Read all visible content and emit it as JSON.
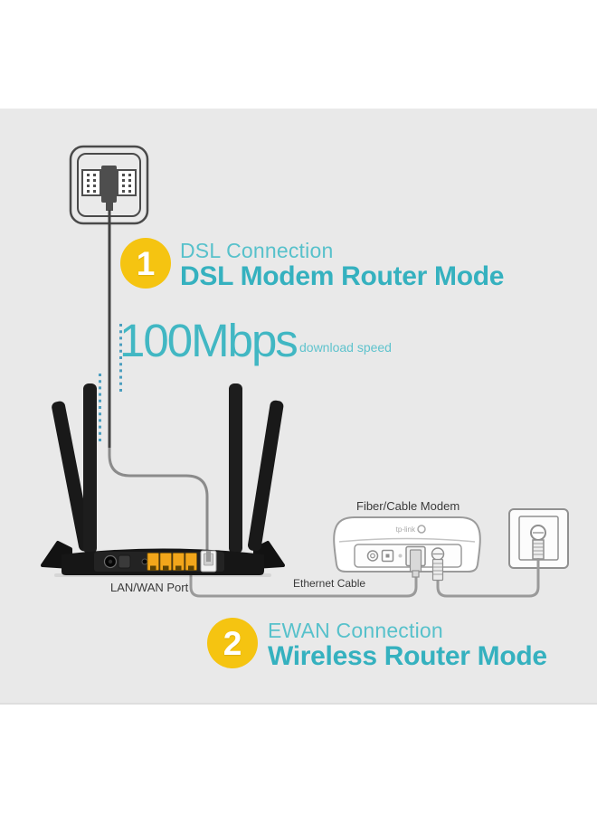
{
  "diagram_title": "DSL modem router connection modes infographic",
  "colors": {
    "panel_bg": "#e9e9e9",
    "accent_teal": "#35b1bf",
    "accent_teal_light": "#57c1cb",
    "badge_yellow": "#f5c411",
    "badge_number_color": "#ffffff",
    "label_color": "#3a3a3a",
    "dotted_signal": "#3092b8",
    "cable_dark": "#414141",
    "cable_gray": "#9a9a9a",
    "lan_port_yellow": "#f2a61b"
  },
  "step1": {
    "number": "1",
    "title": "DSL Connection",
    "subtitle": "DSL Modem Router Mode",
    "speed": "100Mbps",
    "speed_caption": "download speed"
  },
  "step2": {
    "number": "2",
    "title": "EWAN Connection",
    "subtitle": "Wireless Router Mode"
  },
  "labels": {
    "lan_wan_port": "LAN/WAN Port",
    "ethernet_cable": "Ethernet Cable",
    "fiber_cable_modem": "Fiber/Cable Modem"
  },
  "modem": {
    "logo": "tp-link"
  },
  "icons": {
    "dsl_outlet": "dsl-wall-outlet-icon",
    "coax_outlet": "coax-wall-outlet-icon",
    "router": "wifi-router-illustration",
    "modem": "fiber-cable-modem-illustration"
  }
}
